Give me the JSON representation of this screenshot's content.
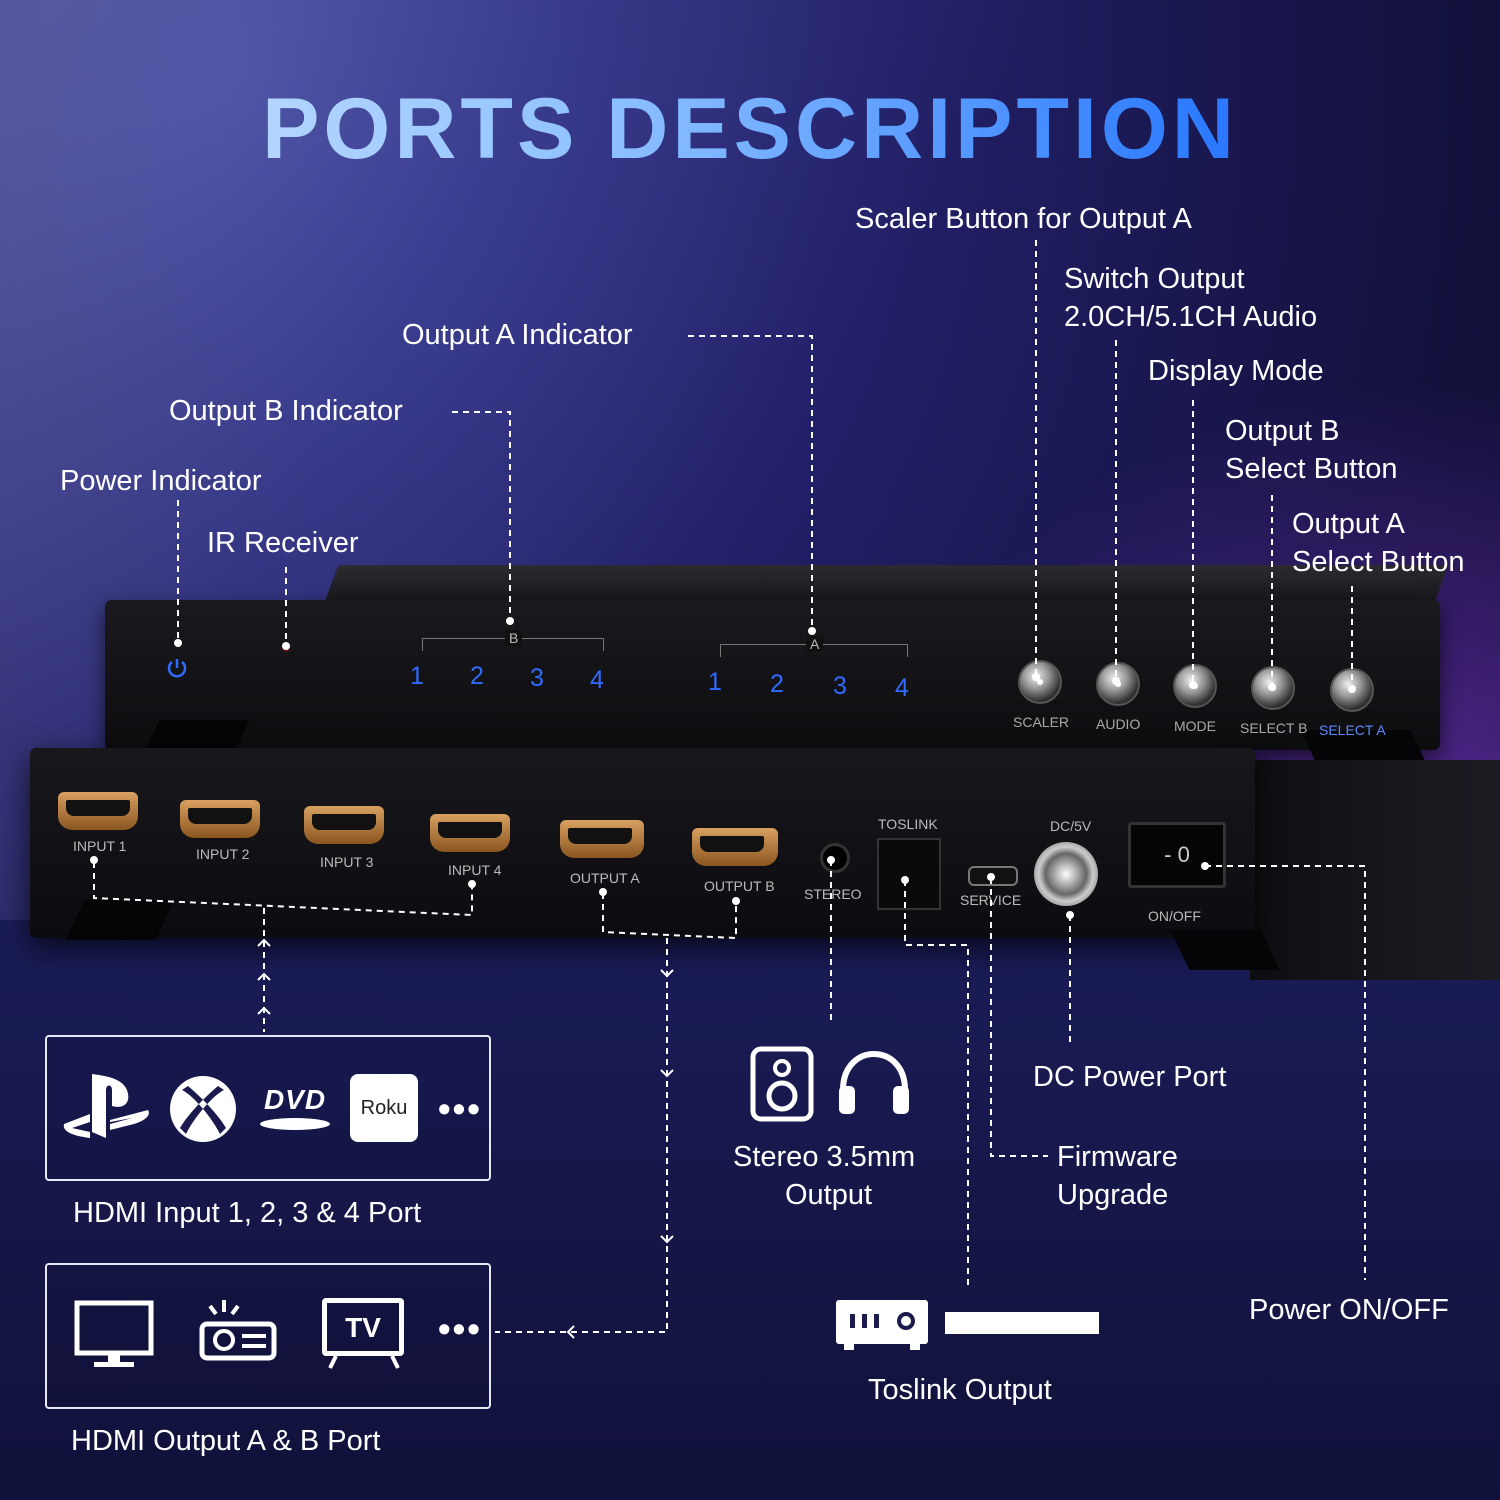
{
  "title": "PORTS DESCRIPTION",
  "callouts": {
    "scaler": "Scaler Button for Output A",
    "audio_l1": "Switch Output",
    "audio_l2": "2.0CH/5.1CH Audio",
    "display_mode": "Display Mode",
    "output_b_l1": "Output B",
    "output_b_l2": "Select Button",
    "output_a_l1": "Output A",
    "output_a_l2": "Select Button",
    "output_a_indicator": "Output A Indicator",
    "output_b_indicator": "Output B Indicator",
    "power_indicator": "Power Indicator",
    "ir_receiver": "IR Receiver",
    "hdmi_input": "HDMI Input 1, 2, 3 & 4 Port",
    "hdmi_output": "HDMI Output A & B Port",
    "stereo_l1": "Stereo 3.5mm",
    "stereo_l2": "Output",
    "dc_power": "DC Power Port",
    "firmware_l1": "Firmware",
    "firmware_l2": "Upgrade",
    "power_onoff": "Power ON/OFF",
    "toslink": "Toslink Output"
  },
  "front_panel": {
    "group_b": "B",
    "group_a": "A",
    "b_numbers": [
      "1",
      "2",
      "3",
      "4"
    ],
    "a_numbers": [
      "1",
      "2",
      "3",
      "4"
    ],
    "buttons": [
      "SCALER",
      "AUDIO",
      "MODE",
      "SELECT B",
      "SELECT A"
    ]
  },
  "rear_panel": {
    "ports": [
      "INPUT 1",
      "INPUT 2",
      "INPUT 3",
      "INPUT 4",
      "OUTPUT A",
      "OUTPUT B"
    ],
    "stereo": "STEREO",
    "toslink": "TOSLINK",
    "service": "SERVICE",
    "dc": "DC/5V",
    "onoff": "ON/OFF",
    "switch_mark": "- 0"
  },
  "devices": {
    "roku": "Roku",
    "dvd": "DVD",
    "tv": "TV",
    "more": "•••"
  },
  "colors": {
    "indicator_blue": "#2f6bff",
    "title_gradient_end": "#2a5cff"
  }
}
